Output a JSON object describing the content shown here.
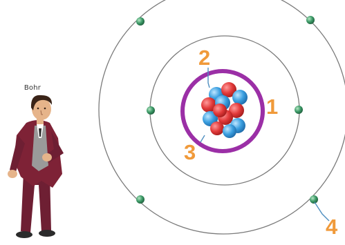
{
  "figure": {
    "caption": "Bohr",
    "labels": {
      "one": "1",
      "two": "2",
      "three": "3",
      "four": "4"
    }
  },
  "colors": {
    "orbit_line": "#7a7a7a",
    "inner_orbit_highlight": "#9b2fa6",
    "electron": "#2f8a5a",
    "proton": "#e23a3a",
    "neutron": "#3a9fe0",
    "label": "#f09a3a",
    "callout_line": "#4f8fc0",
    "coat": "#7e2236",
    "skin": "#e6b48a"
  },
  "icons": {
    "scientist": "scientist-figure-icon",
    "nucleus": "nucleus-icon",
    "electron": "electron-icon"
  }
}
